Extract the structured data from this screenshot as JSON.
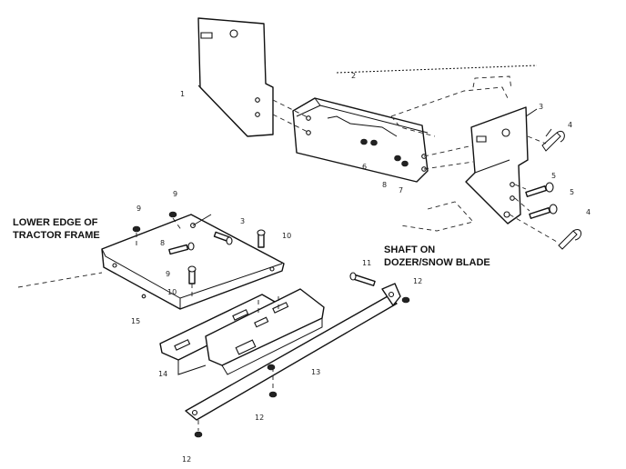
{
  "callouts": {
    "tractor_frame_line1": "LOWER EDGE OF",
    "tractor_frame_line2": "TRACTOR FRAME",
    "shaft_line1": "SHAFT ON",
    "shaft_line2": "DOZER/SNOW BLADE"
  },
  "part_numbers": {
    "n1": "1",
    "n2": "2",
    "n3": "3",
    "n4a": "4",
    "n4b": "4",
    "n5a": "5",
    "n5b": "5",
    "n6": "6",
    "n7": "7",
    "n8": "8",
    "n9a": "9",
    "n9b": "9",
    "n9c": "9",
    "n10a": "10",
    "n10b": "10",
    "n11": "11",
    "n12a": "12",
    "n12b": "12",
    "n12c": "12",
    "n13": "13",
    "n14": "14",
    "n15": "15",
    "n3b": "3"
  }
}
